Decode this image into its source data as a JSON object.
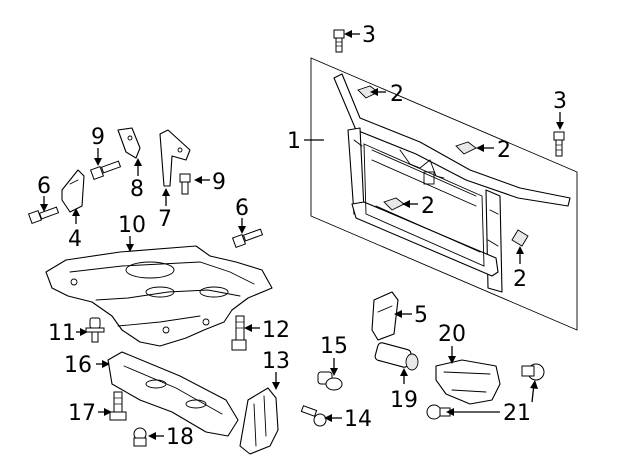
{
  "callouts": [
    {
      "id": "1",
      "text": "1"
    },
    {
      "id": "2a",
      "text": "2"
    },
    {
      "id": "2b",
      "text": "2"
    },
    {
      "id": "2c",
      "text": "2"
    },
    {
      "id": "2d",
      "text": "2"
    },
    {
      "id": "3a",
      "text": "3"
    },
    {
      "id": "3b",
      "text": "3"
    },
    {
      "id": "4",
      "text": "4"
    },
    {
      "id": "5",
      "text": "5"
    },
    {
      "id": "6a",
      "text": "6"
    },
    {
      "id": "6b",
      "text": "6"
    },
    {
      "id": "7",
      "text": "7"
    },
    {
      "id": "8",
      "text": "8"
    },
    {
      "id": "9a",
      "text": "9"
    },
    {
      "id": "9b",
      "text": "9"
    },
    {
      "id": "10",
      "text": "10"
    },
    {
      "id": "11",
      "text": "11"
    },
    {
      "id": "12",
      "text": "12"
    },
    {
      "id": "13",
      "text": "13"
    },
    {
      "id": "14",
      "text": "14"
    },
    {
      "id": "15",
      "text": "15"
    },
    {
      "id": "16",
      "text": "16"
    },
    {
      "id": "17",
      "text": "17"
    },
    {
      "id": "18",
      "text": "18"
    },
    {
      "id": "19",
      "text": "19"
    },
    {
      "id": "20",
      "text": "20"
    },
    {
      "id": "21",
      "text": "21"
    }
  ]
}
